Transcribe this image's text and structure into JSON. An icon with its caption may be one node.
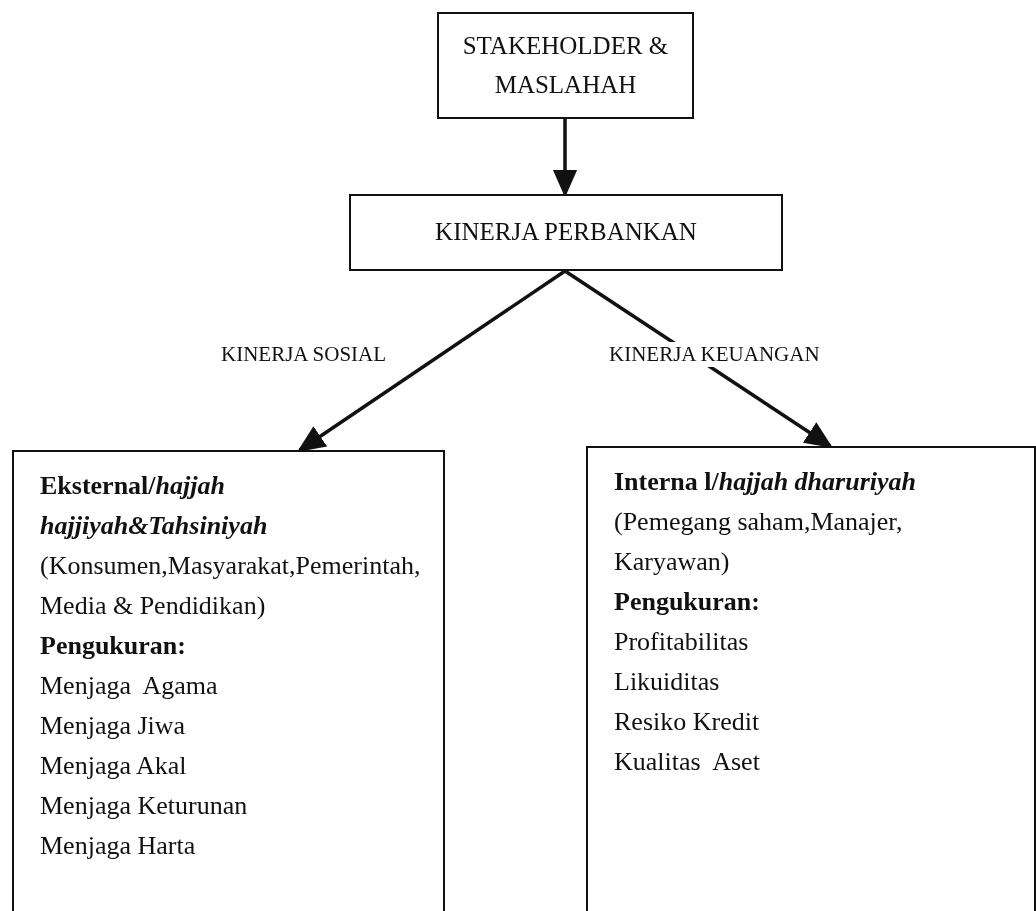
{
  "diagram": {
    "nodes": [
      {
        "text": [
          "STAKEHOLDER & MASLAHAH"
        ]
      },
      {
        "text": [
          "KINERJA PERBANKAN"
        ]
      },
      {
        "text": [
          "Eksternal/*hajjah hajjiyah&Tahsiniyah*",
          "(Konsumen,Masyarakat,Pemerintah, Media & Pendidikan)",
          "Pengukuran:",
          "Menjaga  Agama",
          "Menjaga Jiwa",
          "Menjaga Akal",
          "Menjaga Keturunan",
          "Menjaga Harta"
        ]
      },
      {
        "text": [
          "Interna l/*hajjah dharuriyah*",
          "(Pemegang saham,Manajer, Karyawan)",
          "Pengukuran:",
          "Profitabilitas",
          "Likuiditas",
          "Resiko Kredit",
          "Kualitas  Aset"
        ]
      }
    ],
    "edges": [
      {
        "from": 0,
        "to": 1,
        "arrow": "to"
      },
      {
        "from": 1,
        "to": 2,
        "arrow": "to",
        "label": "KINERJA SOSIAL"
      },
      {
        "from": 1,
        "to": 3,
        "arrow": "to",
        "label": "KINERJA KEUANGAN"
      }
    ]
  }
}
